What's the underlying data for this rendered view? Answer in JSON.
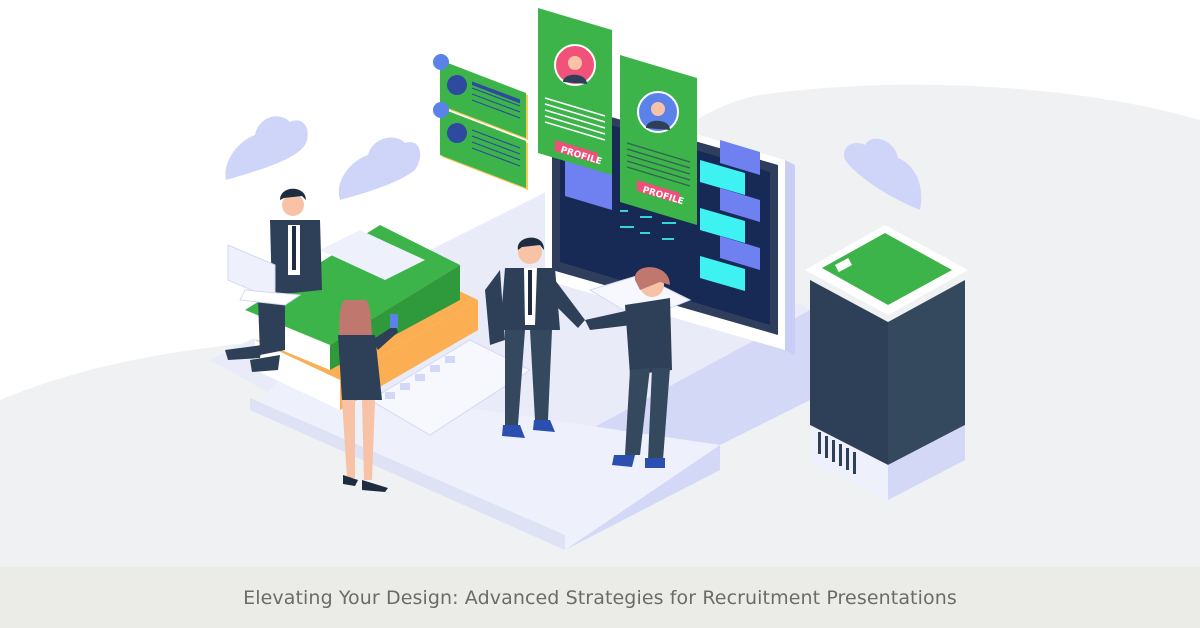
{
  "caption": {
    "title": "Elevating Your Design: Advanced Strategies for Recruitment Presentations"
  },
  "illustration": {
    "subject": "isometric recruitment scene",
    "profile_cards": [
      {
        "label": "PROFILE",
        "avatar_bg": "#f0527a"
      },
      {
        "label": "PROFILE",
        "avatar_bg": "#5b82e8"
      }
    ],
    "elements": [
      "clouds",
      "message-cards",
      "monitor",
      "handshake",
      "books",
      "resume-sheet",
      "office-building",
      "woman-with-phone",
      "man-with-laptop"
    ]
  },
  "colors": {
    "background": "#ffffff",
    "ground": "#eff1f3",
    "platform": "#eef1fb",
    "platform_edge": "#d3d8f7",
    "green": "#3cb44a",
    "navy": "#2e4057",
    "screen": "#172a56",
    "cyan": "#3ef2f2",
    "periwinkle": "#6f80f0",
    "pink": "#ef4f78",
    "orange": "#fcae52",
    "cloud": "#cfd5f8",
    "caption_bg": "#ebebe8",
    "caption_text": "#6b6b6b"
  }
}
